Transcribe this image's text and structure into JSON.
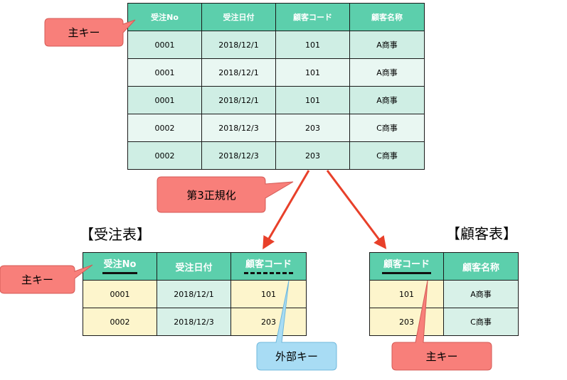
{
  "main_table": {
    "headers": [
      "受注No",
      "受注日付",
      "顧客コード",
      "顧客名称"
    ],
    "rows": [
      [
        "0001",
        "2018/12/1",
        "101",
        "A商事"
      ],
      [
        "0001",
        "2018/12/1",
        "101",
        "A商事"
      ],
      [
        "0001",
        "2018/12/1",
        "101",
        "A商事"
      ],
      [
        "0002",
        "2018/12/3",
        "203",
        "C商事"
      ],
      [
        "0002",
        "2018/12/3",
        "203",
        "C商事"
      ]
    ]
  },
  "order_table": {
    "title": "【受注表】",
    "headers": [
      "受注No",
      "受注日付",
      "顧客コード"
    ],
    "rows": [
      [
        "0001",
        "2018/12/1",
        "101"
      ],
      [
        "0002",
        "2018/12/3",
        "203"
      ]
    ]
  },
  "customer_table": {
    "title": "【顧客表】",
    "headers": [
      "顧客コード",
      "顧客名称"
    ],
    "rows": [
      [
        "101",
        "A商事"
      ],
      [
        "203",
        "C商事"
      ]
    ]
  },
  "callouts": {
    "primary_key_top": "主キー",
    "normalization": "第3正規化",
    "primary_key_order": "主キー",
    "foreign_key": "外部キー",
    "primary_key_customer": "主キー"
  },
  "colors": {
    "header_teal": "#5ccfac",
    "row_teal_dark": "#cfeee4",
    "row_teal_light": "#e9f7f2",
    "row_yellow": "#fdf5cc",
    "row_green": "#d8f1e8",
    "callout_red": "#f87f7a",
    "callout_blue": "#a8dcf4",
    "arrow_red": "#e8402a"
  }
}
